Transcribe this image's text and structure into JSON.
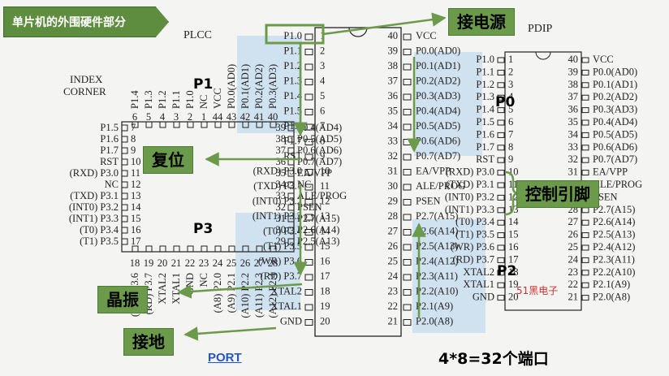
{
  "banner": {
    "title": "单片机的外围硬件部分"
  },
  "packages": {
    "plcc": "PLCC",
    "pdip": "PDIP"
  },
  "index_corner": [
    "INDEX",
    "CORNER"
  ],
  "callouts": {
    "power": "接电源",
    "reset": "复位",
    "control": "控制引脚",
    "crystal": "晶振",
    "ground": "接地"
  },
  "port_groups": {
    "p0": "P0",
    "p1": "P1",
    "p2": "P2",
    "p3": "P3"
  },
  "port_link": "PORT",
  "bottom_text": "4*8=32个端口",
  "brand": "51黑电子",
  "pdip_left_pins": [
    {
      "num": "1",
      "name": "P1.0"
    },
    {
      "num": "2",
      "name": "P1.1"
    },
    {
      "num": "3",
      "name": "P1.2"
    },
    {
      "num": "4",
      "name": "P1.3"
    },
    {
      "num": "5",
      "name": "P1.4"
    },
    {
      "num": "6",
      "name": "P1.5"
    },
    {
      "num": "7",
      "name": "P1.6"
    },
    {
      "num": "8",
      "name": "P1.7"
    },
    {
      "num": "9",
      "name": "RST"
    },
    {
      "num": "10",
      "name": "(RXD) P3.0"
    },
    {
      "num": "11",
      "name": "(TXD) P3.1"
    },
    {
      "num": "12",
      "name": "(INT0) P3.2"
    },
    {
      "num": "13",
      "name": "(INT1) P3.3"
    },
    {
      "num": "14",
      "name": "(T0) P3.4"
    },
    {
      "num": "15",
      "name": "(T1) P3.5"
    },
    {
      "num": "16",
      "name": "(WR) P3.6"
    },
    {
      "num": "17",
      "name": "(RD) P3.7"
    },
    {
      "num": "18",
      "name": "XTAL2"
    },
    {
      "num": "19",
      "name": "XTAL1"
    },
    {
      "num": "20",
      "name": "GND"
    }
  ],
  "pdip_right_pins": [
    {
      "num": "40",
      "name": "VCC"
    },
    {
      "num": "39",
      "name": "P0.0(AD0)"
    },
    {
      "num": "38",
      "name": "P0.1(AD1)"
    },
    {
      "num": "37",
      "name": "P0.2(AD2)"
    },
    {
      "num": "36",
      "name": "P0.3(AD3)"
    },
    {
      "num": "35",
      "name": "P0.4(AD4)"
    },
    {
      "num": "34",
      "name": "P0.5(AD5)"
    },
    {
      "num": "33",
      "name": "P0.6(AD6)"
    },
    {
      "num": "32",
      "name": "P0.7(AD7)"
    },
    {
      "num": "31",
      "name": "EA/VPP"
    },
    {
      "num": "30",
      "name": "ALE/PROG"
    },
    {
      "num": "29",
      "name": "PSEN"
    },
    {
      "num": "28",
      "name": "P2.7(A15)"
    },
    {
      "num": "27",
      "name": "P2.6(A14)"
    },
    {
      "num": "26",
      "name": "P2.5(A13)"
    },
    {
      "num": "25",
      "name": "P2.4(A12)"
    },
    {
      "num": "24",
      "name": "P2.3(A11)"
    },
    {
      "num": "23",
      "name": "P2.2(A10)"
    },
    {
      "num": "22",
      "name": "P2.1(A9)"
    },
    {
      "num": "21",
      "name": "P2.0(A8)"
    }
  ],
  "plcc_left_pins": [
    {
      "num": "7",
      "name": "P1.5"
    },
    {
      "num": "8",
      "name": "P1.6"
    },
    {
      "num": "9",
      "name": "P1.7"
    },
    {
      "num": "10",
      "name": "RST"
    },
    {
      "num": "11",
      "name": "(RXD) P3.0"
    },
    {
      "num": "12",
      "name": "NC"
    },
    {
      "num": "13",
      "name": "(TXD) P3.1"
    },
    {
      "num": "14",
      "name": "(INT0) P3.2"
    },
    {
      "num": "15",
      "name": "(INT1) P3.3"
    },
    {
      "num": "16",
      "name": "(T0) P3.4"
    },
    {
      "num": "17",
      "name": "(T1) P3.5"
    }
  ],
  "plcc_top_pins": [
    {
      "num": "6",
      "name": "P1.4"
    },
    {
      "num": "5",
      "name": "P1.3"
    },
    {
      "num": "4",
      "name": "P1.2"
    },
    {
      "num": "3",
      "name": "P1.1"
    },
    {
      "num": "2",
      "name": "P1.0"
    },
    {
      "num": "1",
      "name": "NC"
    },
    {
      "num": "44",
      "name": "VCC"
    },
    {
      "num": "43",
      "name": "P0.0(AD0)"
    },
    {
      "num": "42",
      "name": "P0.1(AD1)"
    },
    {
      "num": "41",
      "name": "P0.2(AD2)"
    },
    {
      "num": "40",
      "name": "P0.3(AD3)"
    }
  ],
  "plcc_bottom_pins": [
    {
      "num": "18",
      "name": "(WR) P3.6"
    },
    {
      "num": "19",
      "name": "(RD) P3.7"
    },
    {
      "num": "20",
      "name": "XTAL2"
    },
    {
      "num": "21",
      "name": "XTAL1"
    },
    {
      "num": "22",
      "name": "GND"
    },
    {
      "num": "23",
      "name": "NC"
    },
    {
      "num": "24",
      "name": "(A8) P2.0"
    },
    {
      "num": "25",
      "name": "(A9) P2.1"
    },
    {
      "num": "26",
      "name": "(A10) P2.2"
    },
    {
      "num": "27",
      "name": "(A11) P2.3"
    },
    {
      "num": "28",
      "name": "(A12) P2.4"
    }
  ],
  "plcc_right_pins": [
    {
      "num": "39",
      "name": "P0.4(AD4)"
    },
    {
      "num": "38",
      "name": "P0.5(AD5)"
    },
    {
      "num": "37",
      "name": "P0.6(AD6)"
    },
    {
      "num": "36",
      "name": "P0.7(AD7)"
    },
    {
      "num": "35",
      "name": "EA/VPP"
    },
    {
      "num": "34",
      "name": "NC"
    },
    {
      "num": "33",
      "name": "ALE/PROG"
    },
    {
      "num": "32",
      "name": "PSEN"
    },
    {
      "num": "31",
      "name": "P2.7(A15)"
    },
    {
      "num": "30",
      "name": "P2.6(A14)"
    },
    {
      "num": "29",
      "name": "P2.5(A13)"
    }
  ],
  "colors": {
    "accent_green": "#6b9a4b",
    "highlight_blue": "#b8d3ef",
    "link_blue": "#2255cc",
    "brand_red": "#d03030"
  }
}
